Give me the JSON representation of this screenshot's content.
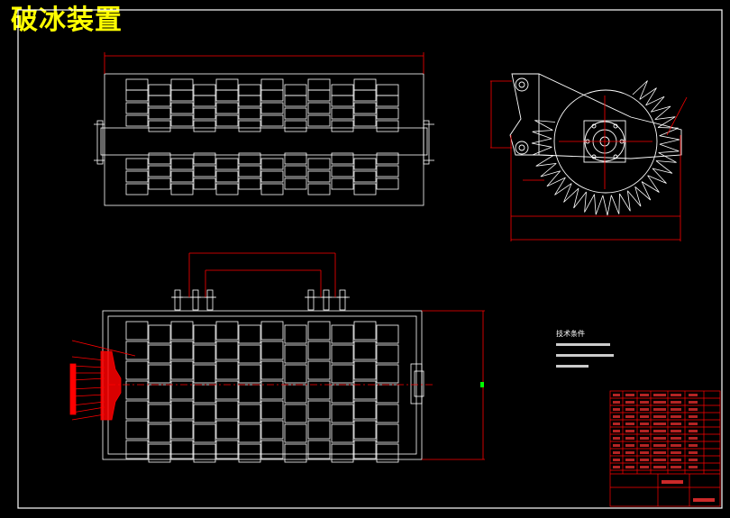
{
  "drawing": {
    "title": "破冰装置",
    "colors": {
      "background": "#000000",
      "outline": "#ffffff",
      "dimension": "#ff0000",
      "title": "#ffff00",
      "marker": "#00ff00"
    },
    "views": [
      "top-view",
      "side-view",
      "front-view"
    ],
    "notes": {
      "heading": "技术条件"
    }
  }
}
